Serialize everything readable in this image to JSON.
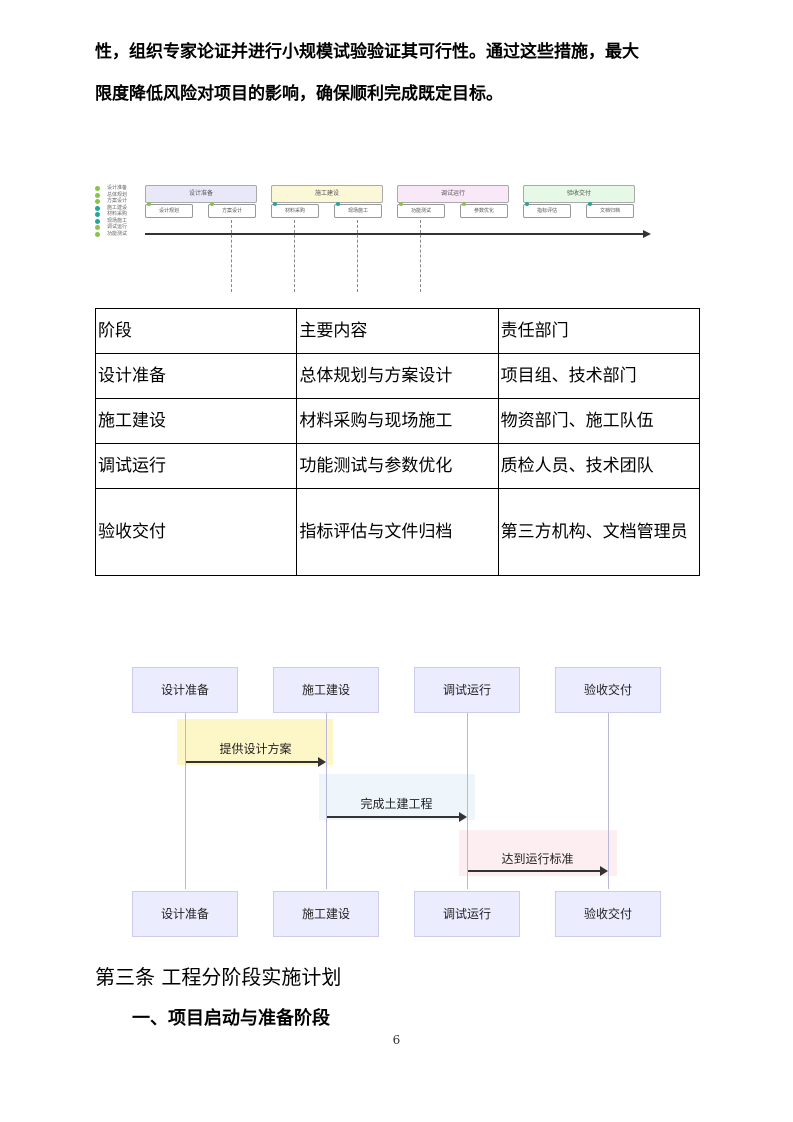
{
  "paragraph": {
    "line1": "性，组织专家论证并进行小规模试验验证其可行性。通过这些措施，最大",
    "line2": "限度降低风险对项目的影响，确保顺利完成既定目标。"
  },
  "gantt": {
    "legend": [
      "设计准备",
      "总体规划",
      "方案设计",
      "施工建设",
      "材料采购",
      "现场施工",
      "调试运行",
      "功能测试"
    ],
    "legend_colors": [
      "#8bc34a",
      "#8bc34a",
      "#8bc34a",
      "#26a69a",
      "#26a69a",
      "#26a69a",
      "#8bc34a",
      "#8bc34a"
    ],
    "phases": [
      {
        "title": "设计准备",
        "color": "#e8e8f8",
        "subs": [
          "设计规划",
          "方案设计"
        ]
      },
      {
        "title": "施工建设",
        "color": "#fbf8d8",
        "subs": [
          "材料采购",
          "现场施工"
        ]
      },
      {
        "title": "调试运行",
        "color": "#f8e8f8",
        "subs": [
          "功能测试",
          "参数优化"
        ]
      },
      {
        "title": "验收交付",
        "color": "#e6f8e6",
        "subs": [
          "指标评估",
          "文档归档"
        ]
      }
    ]
  },
  "table": {
    "header": [
      "阶段",
      "主要内容",
      "责任部门"
    ],
    "rows": [
      [
        "设计准备",
        "总体规划与方案设计",
        "项目组、技术部门"
      ],
      [
        "施工建设",
        "材料采购与现场施工",
        "物资部门、施工队伍"
      ],
      [
        "调试运行",
        "功能测试与参数优化",
        "质检人员、技术团队"
      ],
      [
        "验收交付",
        "指标评估与文件归档",
        "第三方机构、文档管理员"
      ]
    ]
  },
  "sequence": {
    "actors": [
      "设计准备",
      "施工建设",
      "调试运行",
      "验收交付"
    ],
    "messages": [
      {
        "label": "提供设计方案",
        "highlight": "#fdf7c8"
      },
      {
        "label": "完成土建工程",
        "highlight": "#eef6fb"
      },
      {
        "label": "达到运行标准",
        "highlight": "#fdeef2"
      }
    ]
  },
  "heading": "第三条  工程分阶段实施计划",
  "subheading": "一、项目启动与准备阶段",
  "page_number": "6"
}
